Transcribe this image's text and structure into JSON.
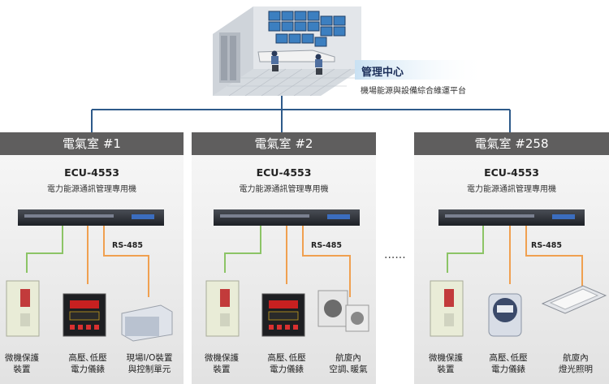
{
  "center": {
    "title": "管理中心",
    "subtitle": "機場能源與設備綜合維運平台",
    "image_icon": "control-room-illustration"
  },
  "ellipsis": "......",
  "rooms": [
    {
      "header": "電氣室 #1",
      "device_model": "ECU-4553",
      "device_desc": "電力能源通訊管理專用機",
      "rs485": "RS-485",
      "devices": [
        {
          "label": "微機保護\n裝置",
          "icon": "protection-relay-icon"
        },
        {
          "label": "高壓､低壓\n電力儀錶",
          "icon": "power-meter-icon"
        },
        {
          "label": "現場I/O裝置\n與控制單元",
          "icon": "io-controller-icon"
        }
      ]
    },
    {
      "header": "電氣室 #2",
      "device_model": "ECU-4553",
      "device_desc": "電力能源通訊管理專用機",
      "rs485": "RS-485",
      "devices": [
        {
          "label": "微機保護\n裝置",
          "icon": "protection-relay-icon"
        },
        {
          "label": "高壓､低壓\n電力儀錶",
          "icon": "power-meter-icon"
        },
        {
          "label": "航廈內\n空調､暖氣",
          "icon": "hvac-unit-icon"
        }
      ]
    },
    {
      "header": "電氣室 #258",
      "device_model": "ECU-4553",
      "device_desc": "電力能源通訊管理專用機",
      "rs485": "RS-485",
      "devices": [
        {
          "label": "微機保護\n裝置",
          "icon": "protection-relay-icon"
        },
        {
          "label": "高壓､低壓\n電力儀錶",
          "icon": "round-meter-icon"
        },
        {
          "label": "航廈內\n燈光照明",
          "icon": "ceiling-light-icon"
        }
      ]
    }
  ],
  "colors": {
    "header_bg": "#5f5e5e",
    "panel_bg": "#ececec",
    "backbone_line": "#2e5a8a",
    "green_line": "#8cc466",
    "orange_line": "#f0a050",
    "center_label_bg": "#d3e6f4"
  }
}
